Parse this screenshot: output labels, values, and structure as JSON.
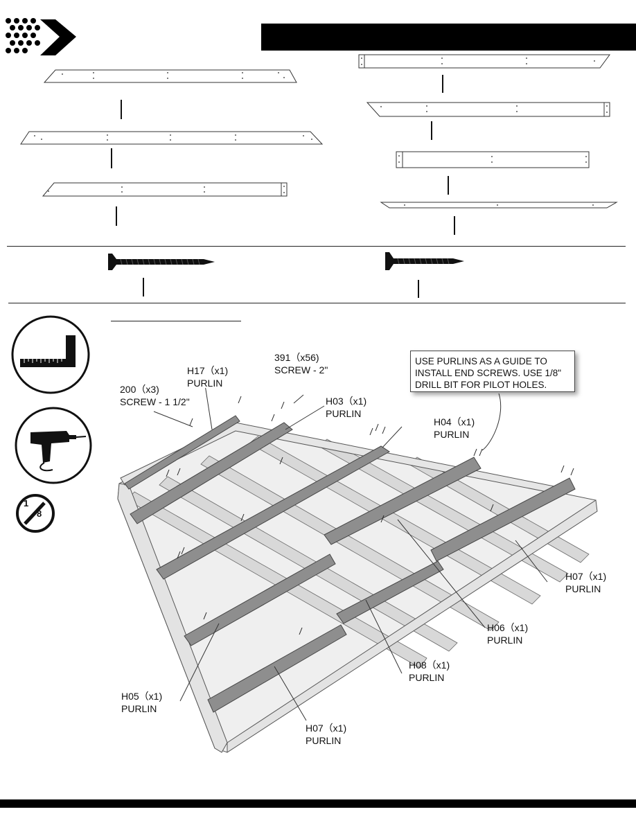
{
  "callouts": {
    "h17": {
      "code": "H17（x1)",
      "name": "PURLIN"
    },
    "s200": {
      "code": "200（x3)",
      "name": "SCREW - 1 1/2\""
    },
    "s391": {
      "code": "391（x56)",
      "name": "SCREW - 2\""
    },
    "h03": {
      "code": "H03（x1)",
      "name": "PURLIN"
    },
    "h04": {
      "code": "H04（x1)",
      "name": "PURLIN"
    },
    "h05": {
      "code": "H05（x1)",
      "name": "PURLIN"
    },
    "h06": {
      "code": "H06（x1)",
      "name": "PURLIN"
    },
    "h07a": {
      "code": "H07（x1)",
      "name": "PURLIN"
    },
    "h07b": {
      "code": "H07（x1)",
      "name": "PURLIN"
    },
    "h08": {
      "code": "H08（x1)",
      "name": "PURLIN"
    }
  },
  "note": {
    "line1": "USE PURLINS AS A GUIDE TO",
    "line2": "INSTALL END SCREWS.  USE 1/8\"",
    "line3": "DRILL BIT FOR PILOT HOLES."
  },
  "drill_bit": {
    "num": "1",
    "den": "8"
  },
  "colors": {
    "banner": "#000000",
    "wood": "#8a8a8a",
    "frame": "#d6d6d6"
  },
  "icons": [
    "arrow-logo-icon",
    "square-ruler-icon",
    "drill-icon",
    "drill-bit-icon"
  ]
}
